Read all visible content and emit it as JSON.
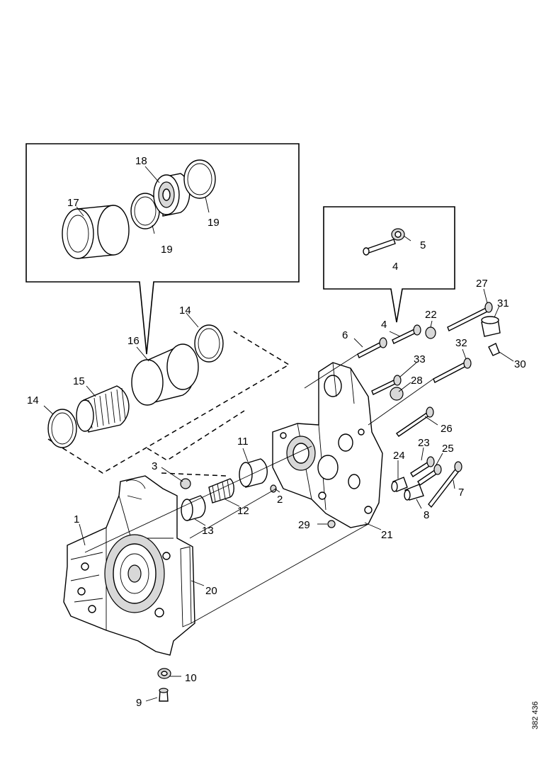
{
  "diagram": {
    "reference_code": "382 436",
    "callouts": [
      {
        "id": "c1",
        "label": "1"
      },
      {
        "id": "c2",
        "label": "2"
      },
      {
        "id": "c3",
        "label": "3"
      },
      {
        "id": "c4a",
        "label": "4"
      },
      {
        "id": "c4b",
        "label": "4"
      },
      {
        "id": "c5",
        "label": "5"
      },
      {
        "id": "c6",
        "label": "6"
      },
      {
        "id": "c7",
        "label": "7"
      },
      {
        "id": "c8",
        "label": "8"
      },
      {
        "id": "c9",
        "label": "9"
      },
      {
        "id": "c10",
        "label": "10"
      },
      {
        "id": "c11",
        "label": "11"
      },
      {
        "id": "c12",
        "label": "12"
      },
      {
        "id": "c13",
        "label": "13"
      },
      {
        "id": "c14a",
        "label": "14"
      },
      {
        "id": "c14b",
        "label": "14"
      },
      {
        "id": "c15",
        "label": "15"
      },
      {
        "id": "c16",
        "label": "16"
      },
      {
        "id": "c17",
        "label": "17"
      },
      {
        "id": "c18",
        "label": "18"
      },
      {
        "id": "c19a",
        "label": "19"
      },
      {
        "id": "c19b",
        "label": "19"
      },
      {
        "id": "c20",
        "label": "20"
      },
      {
        "id": "c21",
        "label": "21"
      },
      {
        "id": "c22",
        "label": "22"
      },
      {
        "id": "c23",
        "label": "23"
      },
      {
        "id": "c24",
        "label": "24"
      },
      {
        "id": "c25",
        "label": "25"
      },
      {
        "id": "c26",
        "label": "26"
      },
      {
        "id": "c27",
        "label": "27"
      },
      {
        "id": "c28",
        "label": "28"
      },
      {
        "id": "c29",
        "label": "29"
      },
      {
        "id": "c30",
        "label": "30"
      },
      {
        "id": "c31",
        "label": "31"
      },
      {
        "id": "c32",
        "label": "32"
      },
      {
        "id": "c33",
        "label": "33"
      }
    ]
  }
}
